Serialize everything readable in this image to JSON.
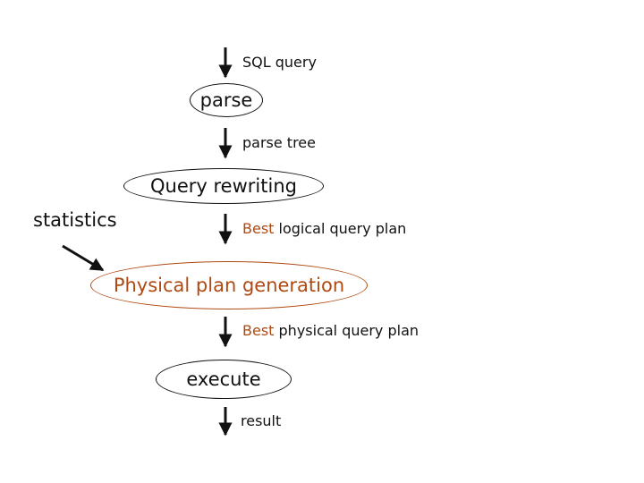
{
  "nodes": {
    "parse": "parse",
    "rewrite": "Query rewriting",
    "physical": "Physical plan generation",
    "execute": "execute"
  },
  "edges": {
    "input": "SQL query",
    "tree": "parse tree",
    "logical_prefix": "Best",
    "logical_rest": " logical query plan",
    "physical_prefix": "Best",
    "physical_rest": " physical query plan",
    "result": "result"
  },
  "side_input": "statistics",
  "colors": {
    "accent": "#b04a12",
    "ink": "#111111"
  }
}
